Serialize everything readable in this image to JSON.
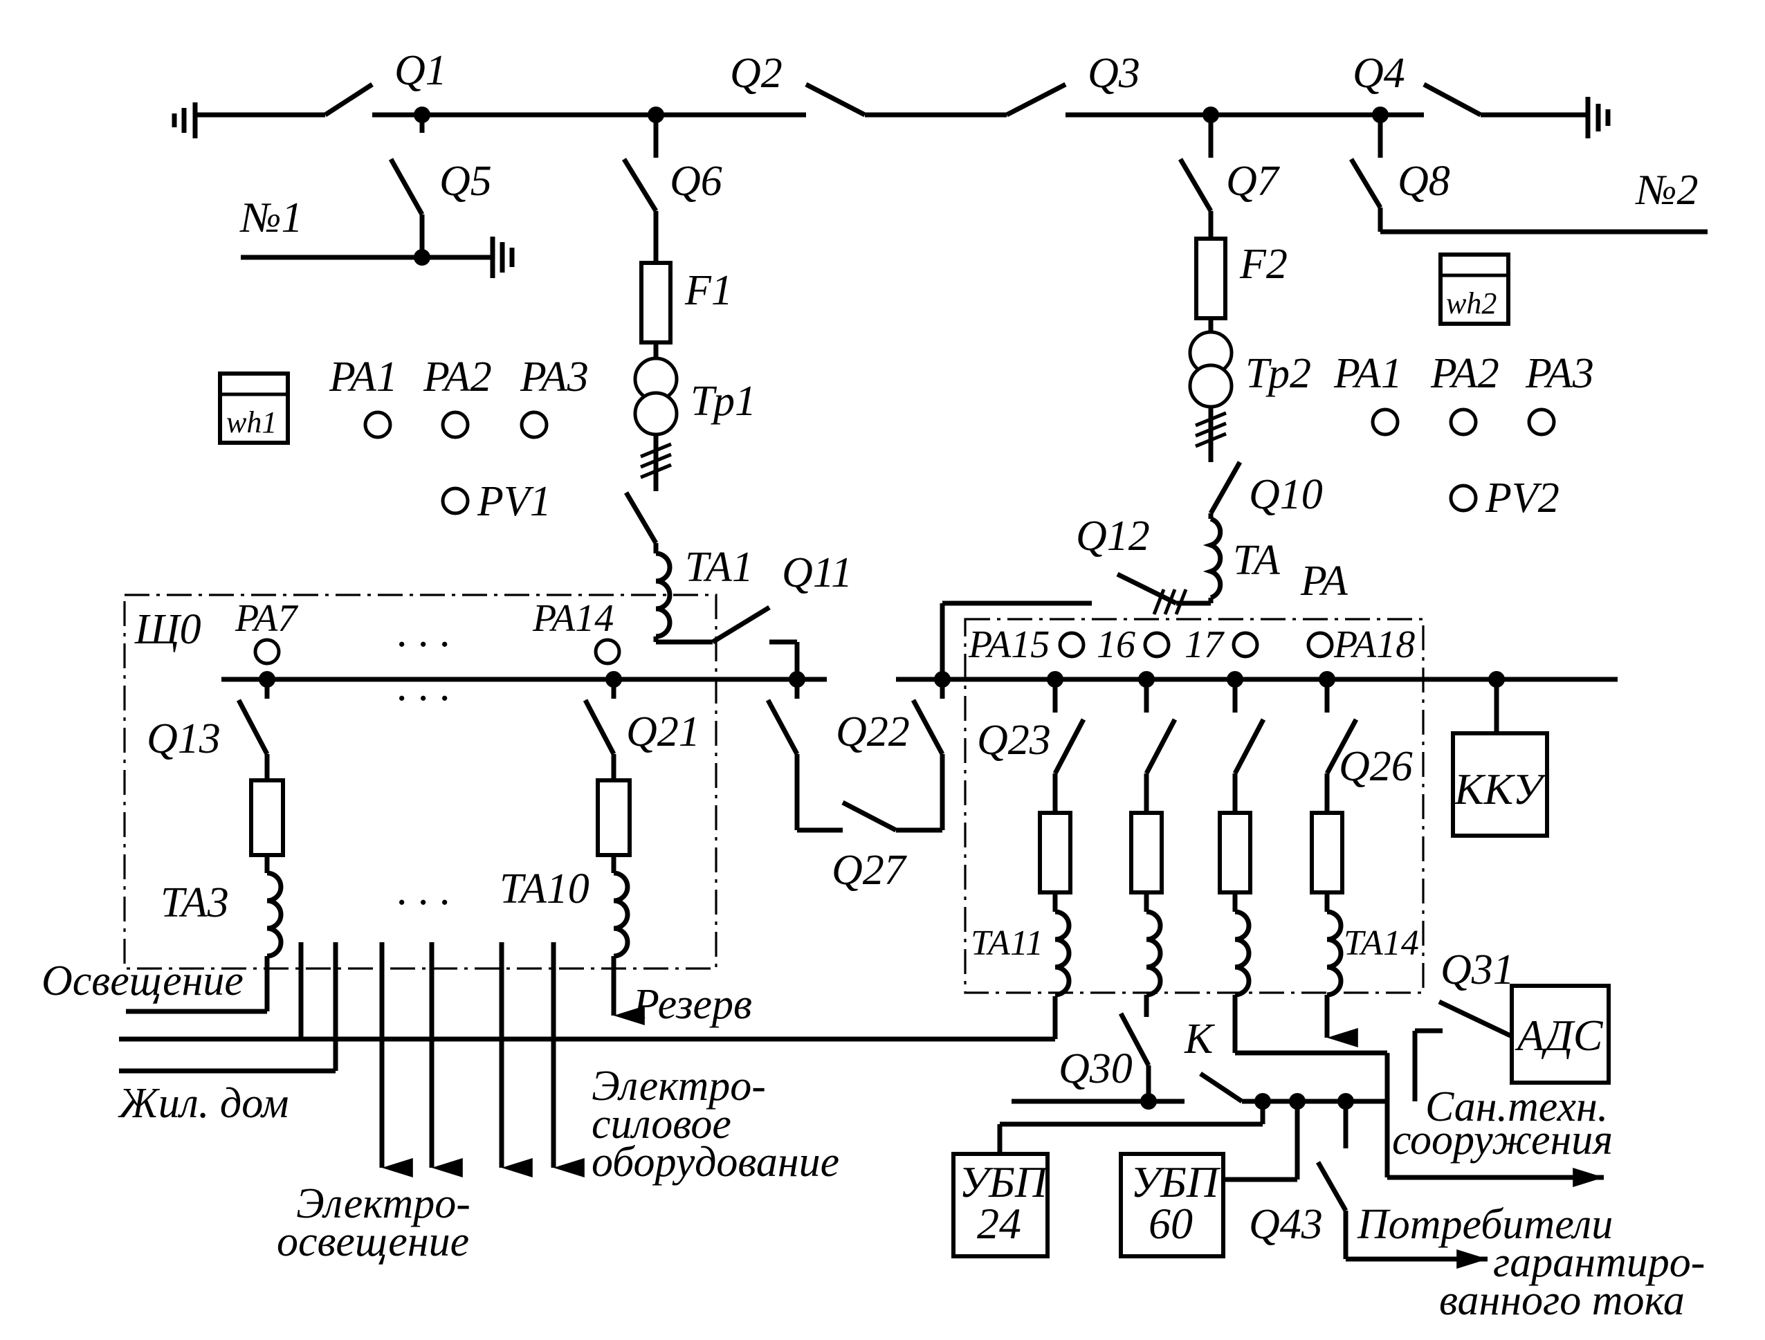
{
  "switches": {
    "q1": "Q1",
    "q2": "Q2",
    "q3": "Q3",
    "q4": "Q4",
    "q5": "Q5",
    "q6": "Q6",
    "q7": "Q7",
    "q8": "Q8",
    "q10": "Q10",
    "q11": "Q11",
    "q12": "Q12",
    "q13": "Q13",
    "q21": "Q21",
    "q22": "Q22",
    "q23": "Q23",
    "q26": "Q26",
    "q27": "Q27",
    "q30": "Q30",
    "q31": "Q31",
    "q43": "Q43"
  },
  "lines": {
    "n1": "№1",
    "n2": "№2"
  },
  "fuses": {
    "f1": "F1",
    "f2": "F2"
  },
  "transformers": {
    "tp1": "Тр1",
    "tp2": "Тр2"
  },
  "meters": {
    "wh1": "wh1",
    "wh2": "wh2"
  },
  "instruments_left": {
    "pa1": "PA1",
    "pa2": "PA2",
    "pa3": "PA3",
    "pv1": "PV1"
  },
  "instruments_right": {
    "pa1": "PA1",
    "pa2": "PA2",
    "pa3": "PA3",
    "pv2": "PV2"
  },
  "current_transformers": {
    "ta": "TA",
    "ta1": "TA1",
    "ta3": "TA3",
    "ta10": "TA10",
    "ta11": "TA11",
    "ta14": "TA14"
  },
  "panel_left": {
    "name": "Щ0",
    "pa7": "PA7",
    "pa14": "PA14"
  },
  "panel_right": {
    "pa": "PA",
    "pa15": "PA15",
    "p16": "16",
    "p17": "17",
    "pa18": "PA18"
  },
  "dots": "· · ·",
  "equipment": {
    "kku": "ККУ",
    "ads": "АДС",
    "k": "К",
    "ubp24_top": "УБП",
    "ubp24_bot": "24",
    "ubp60_top": "УБП",
    "ubp60_bot": "60"
  },
  "consumers": {
    "lighting": "Освещение",
    "reserve": "Резерв",
    "residential": "Жил. дом",
    "power_l1": "Электро-",
    "power_l2": "силовое",
    "power_l3": "оборудование",
    "elec_l1": "Электро-",
    "elec_l2": "освещение",
    "sanitary_l1": "Сан.техн.",
    "sanitary_l2": "сооружения",
    "guaranteed_l1": "Потребители",
    "guaranteed_l2": "гарантиро-",
    "guaranteed_l3": "ванного тока"
  }
}
